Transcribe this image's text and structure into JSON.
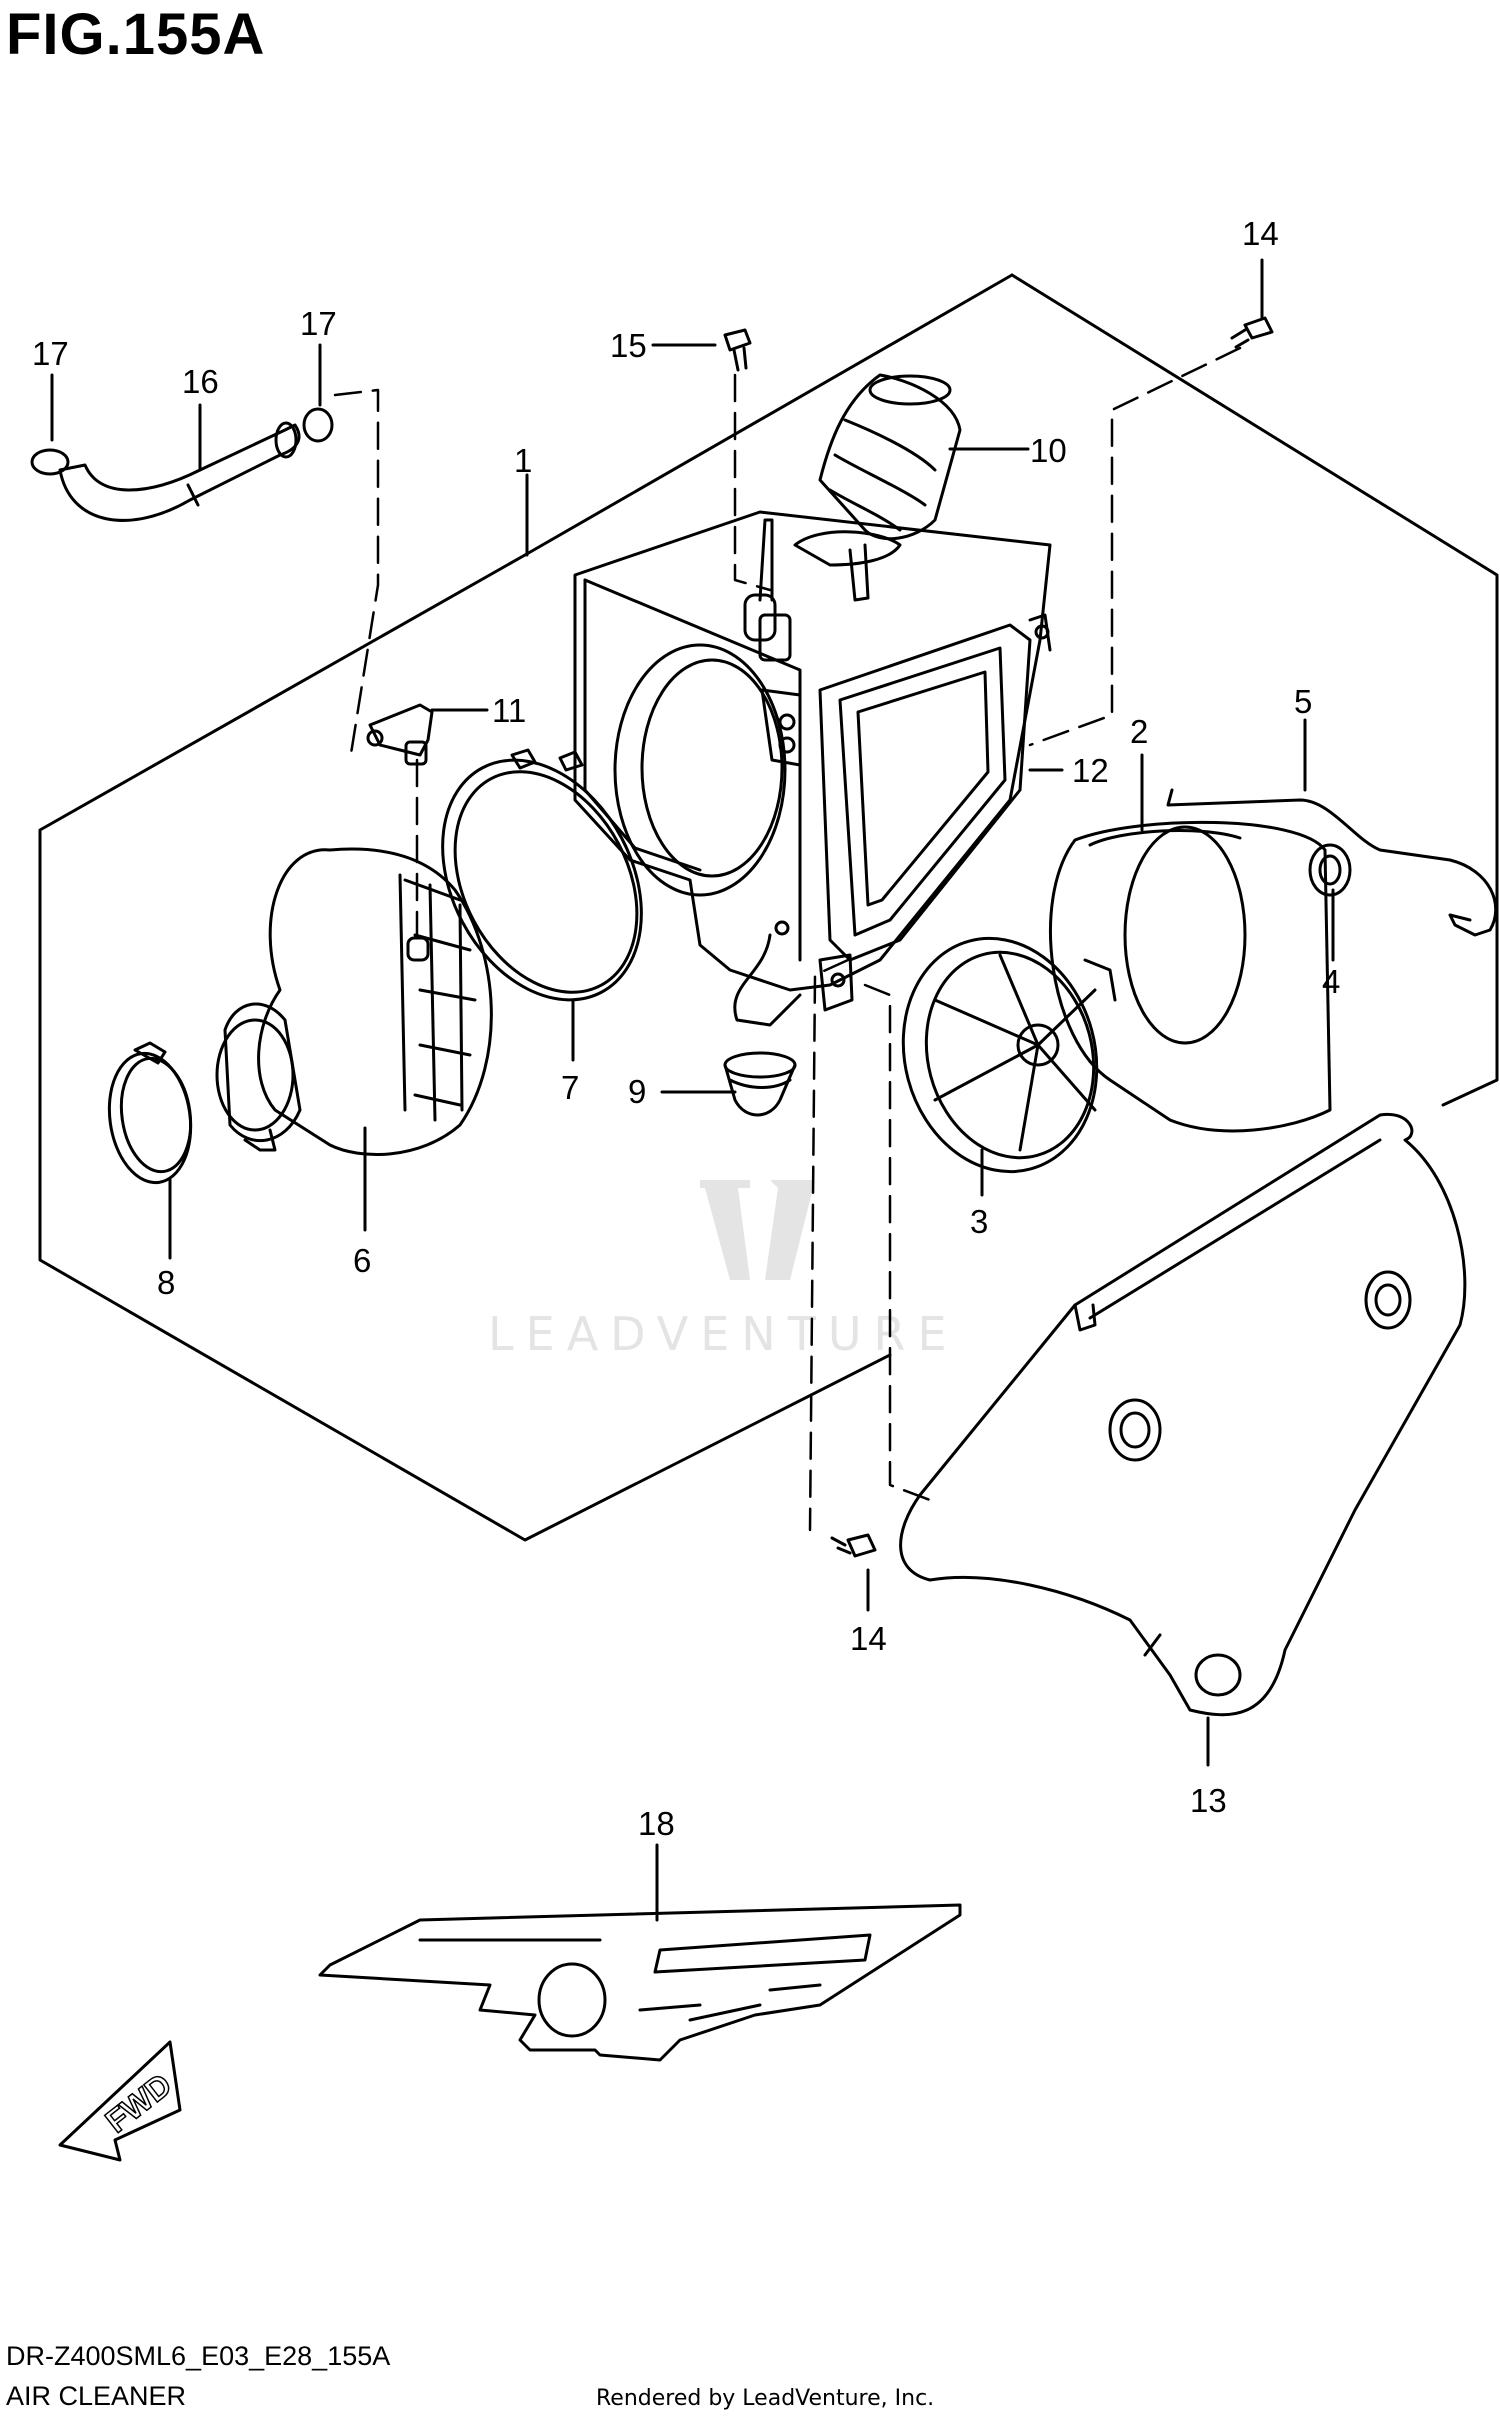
{
  "figure": {
    "title": "FIG.155A",
    "model_code": "DR-Z400SML6_E03_E28_155A",
    "section_name": "AIR CLEANER",
    "credit": "Rendered by LeadVenture, Inc.",
    "watermark": "LEADVENTURE",
    "fwd_label": "FWD"
  },
  "callouts": {
    "c1": "1",
    "c2": "2",
    "c3": "3",
    "c4": "4",
    "c5": "5",
    "c6": "6",
    "c7": "7",
    "c8": "8",
    "c9": "9",
    "c10": "10",
    "c11": "11",
    "c12": "12",
    "c13": "13",
    "c14a": "14",
    "c14b": "14",
    "c15": "15",
    "c16": "16",
    "c17a": "17",
    "c17b": "17",
    "c18": "18"
  },
  "colors": {
    "line": "#000000",
    "watermark": "#e2e2e2",
    "background": "#ffffff"
  }
}
